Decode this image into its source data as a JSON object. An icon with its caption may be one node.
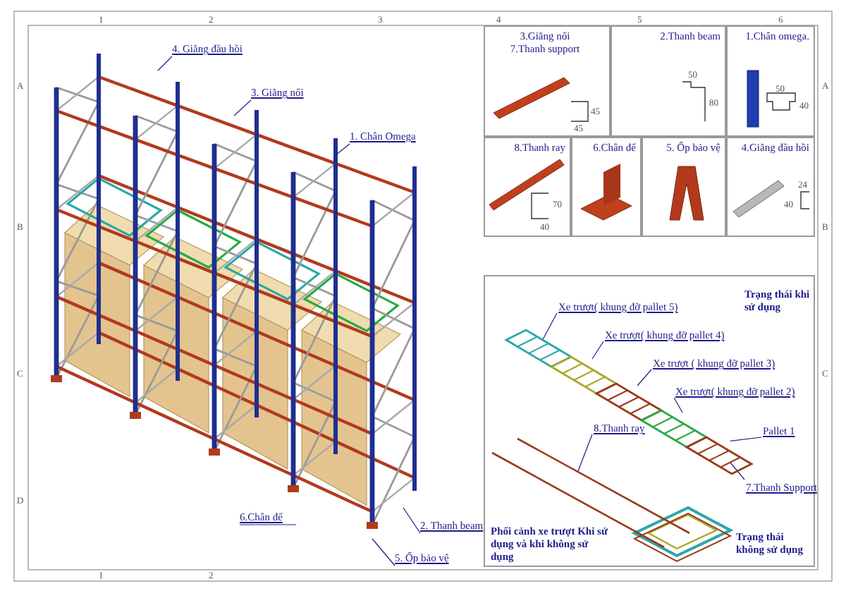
{
  "diagram": {
    "nodes": [
      {
        "text": [
          "4. Giằng đầu hồi"
        ]
      },
      {
        "text": [
          "3. Giằng nối"
        ]
      },
      {
        "text": [
          "1. Chân Omega"
        ]
      },
      {
        "text": [
          "6.Chân đế"
        ]
      },
      {
        "text": [
          "2. Thanh beam"
        ]
      },
      {
        "text": [
          "5. Ốp bảo vệ"
        ]
      },
      {
        "text": [
          "3.Giằng nối",
          "7.Thanh support"
        ]
      },
      {
        "text": [
          "2.Thanh beam"
        ]
      },
      {
        "text": [
          "1.Chân omega."
        ]
      },
      {
        "text": [
          "8.Thanh ray"
        ]
      },
      {
        "text": [
          "6.Chân đế"
        ]
      },
      {
        "text": [
          "5. Ốp bảo vệ"
        ]
      },
      {
        "text": [
          "4.Giằng đầu hồi"
        ]
      },
      {
        "text": [],
        "shape": "box"
      },
      {
        "text": [
          "Xe trượt( khung đỡ pallet 5)"
        ],
        "in": 13
      },
      {
        "text": [
          "Xe trượt( khung đỡ pallet 4)"
        ],
        "in": 13
      },
      {
        "text": [
          "Xe trượt ( khung đỡ pallet 3)"
        ],
        "in": 13
      },
      {
        "text": [
          "Xe trượt( khung đỡ pallet 2)"
        ],
        "in": 13
      },
      {
        "text": [
          "Pallet 1"
        ],
        "in": 13
      },
      {
        "text": [
          "8.Thanh ray"
        ],
        "in": 13
      },
      {
        "text": [
          "7.Thanh Support"
        ],
        "in": 13
      },
      {
        "text": [],
        "shape": "picture",
        "in": 13
      },
      {
        "text": [],
        "shape": "picture",
        "in": 13
      },
      {
        "text": [],
        "shape": "picture",
        "in": 13
      },
      {
        "text": [],
        "shape": "picture",
        "in": 13
      },
      {
        "text": [],
        "shape": "picture",
        "in": 13
      },
      {
        "text": [],
        "shape": "picture",
        "in": 13
      }
    ],
    "edges": [
      {
        "from": 0,
        "to": null,
        "arrow": "none"
      },
      {
        "from": 1,
        "to": null,
        "arrow": "none"
      },
      {
        "from": 2,
        "to": null,
        "arrow": "none"
      },
      {
        "from": 3,
        "to": null,
        "arrow": "none"
      },
      {
        "from": 4,
        "to": null,
        "arrow": "none"
      },
      {
        "from": 5,
        "to": null,
        "arrow": "none"
      },
      {
        "from": 14,
        "to": 21,
        "arrow": "none"
      },
      {
        "from": 15,
        "to": 22,
        "arrow": "none"
      },
      {
        "from": 16,
        "to": 23,
        "arrow": "none"
      },
      {
        "from": 17,
        "to": 24,
        "arrow": "none"
      },
      {
        "from": 18,
        "to": 25,
        "arrow": "none"
      },
      {
        "from": 19,
        "to": 26,
        "arrow": "none"
      },
      {
        "from": 20,
        "to": 25,
        "arrow": "none"
      }
    ],
    "labels": [
      "1",
      "2",
      "3",
      "4",
      "5",
      "6",
      "A",
      "B",
      "C",
      "D",
      "1",
      "2",
      "A",
      "B",
      "C",
      "45",
      "45",
      "50",
      "80",
      "50",
      "40",
      "70",
      "40",
      "24",
      "40",
      "Trạng thái khi sử dụng",
      "Phối cảnh xe trượt Khi sử dụng và khi không sử dụng",
      "Trạng thái không sử dụng"
    ]
  }
}
